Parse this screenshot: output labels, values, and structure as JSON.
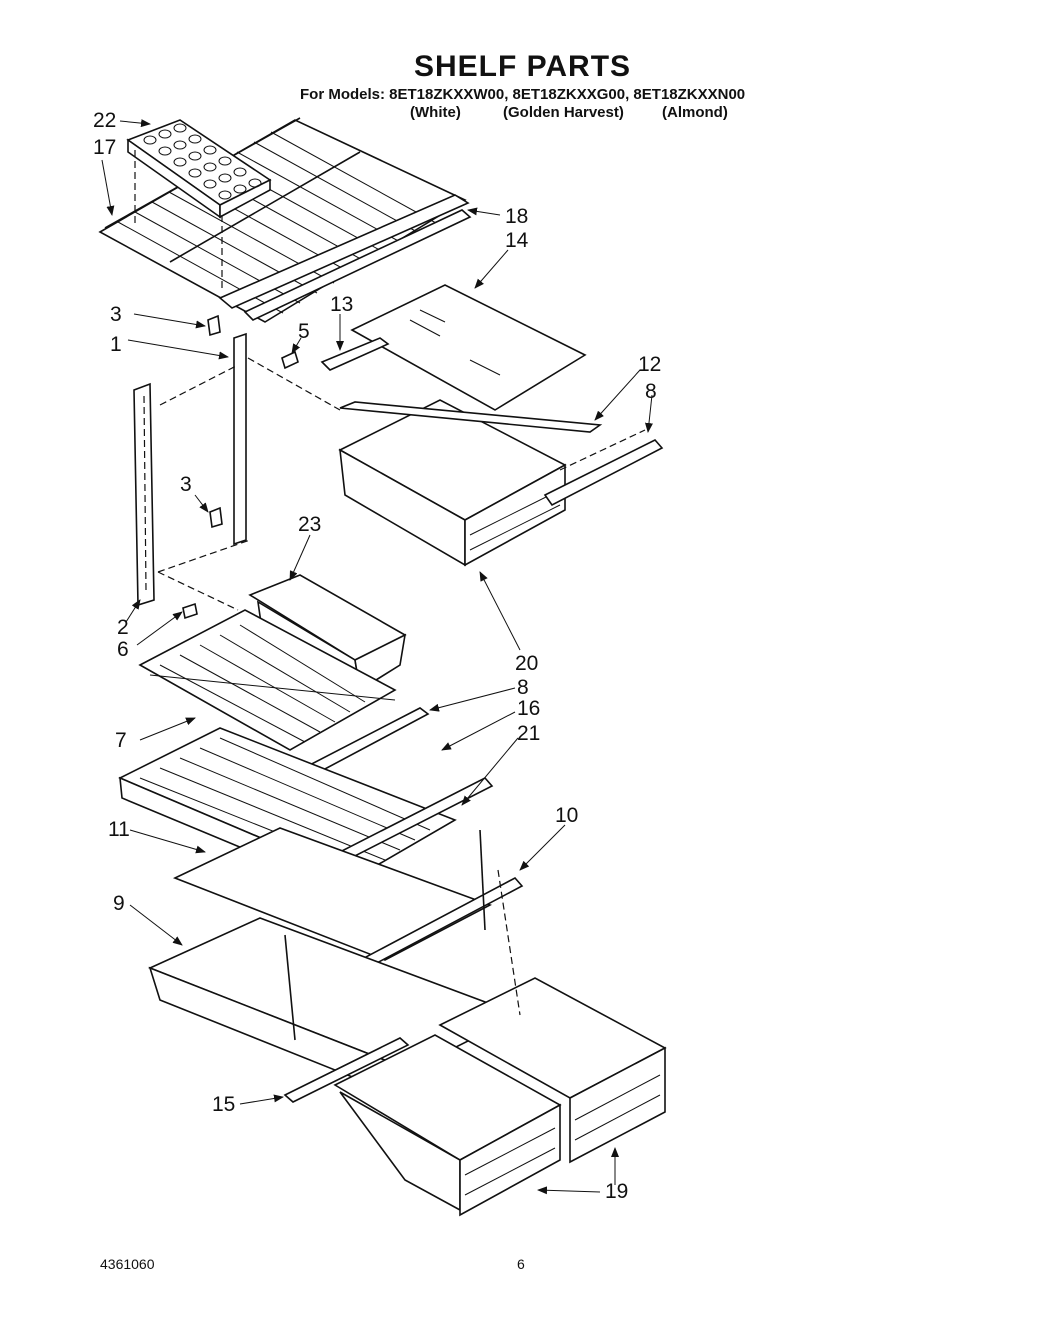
{
  "header": {
    "title": "SHELF PARTS",
    "models_line": "For Models: 8ET18ZKXXW00, 8ET18ZKXXG00, 8ET18ZKXXN00",
    "variants": [
      "(White)",
      "(Golden Harvest)",
      "(Almond)"
    ]
  },
  "callouts": [
    "22",
    "17",
    "18",
    "14",
    "3",
    "13",
    "5",
    "1",
    "12",
    "8",
    "3",
    "23",
    "2",
    "6",
    "20",
    "8",
    "16",
    "7",
    "21",
    "11",
    "10",
    "9",
    "15",
    "19"
  ],
  "footer": {
    "doc_number": "4361060",
    "page_number": "6"
  }
}
